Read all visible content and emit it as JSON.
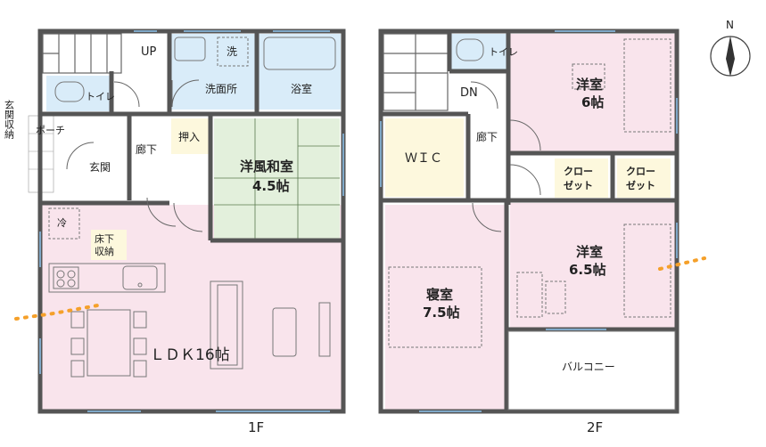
{
  "floor1": {
    "label": "1F",
    "rooms": {
      "ldk": "ＬＤＫ16帖",
      "japanese_line1": "洋風和室",
      "japanese_line2": "4.5帖",
      "washroom": "洗面所",
      "bath": "浴室",
      "toilet": "トイレ",
      "hall": "廊下",
      "entrance": "玄関",
      "porch": "ポーチ",
      "oshiire": "押入",
      "underfloor_line1": "床下",
      "underfloor_line2": "収納",
      "genkan_storage": "玄関収納",
      "stairs_up": "UP",
      "washer": "洗",
      "fridge": "冷"
    }
  },
  "floor2": {
    "label": "2F",
    "rooms": {
      "bedroom_line1": "寝室",
      "bedroom_line2": "7.5帖",
      "western_a_line1": "洋室",
      "western_a_line2": "6帖",
      "western_b_line1": "洋室",
      "western_b_line2": "6.5帖",
      "wic": "ＷＩＣ",
      "closet1_line1": "クロー",
      "closet1_line2": "ゼット",
      "closet2_line1": "クロー",
      "closet2_line2": "ゼット",
      "balcony": "バルコニー",
      "hall": "廊下",
      "toilet": "トイレ",
      "stairs_down": "DN"
    }
  },
  "compass": {
    "north": "N"
  },
  "colors": {
    "ldk": "#f9e4ec",
    "japanese": "#e3f0dc",
    "wet": "#d9ecf9",
    "wic": "#fdf8dd",
    "pink_room": "#f9e4ec",
    "window": "#7fa8c8",
    "dots": "#f5a02a"
  }
}
